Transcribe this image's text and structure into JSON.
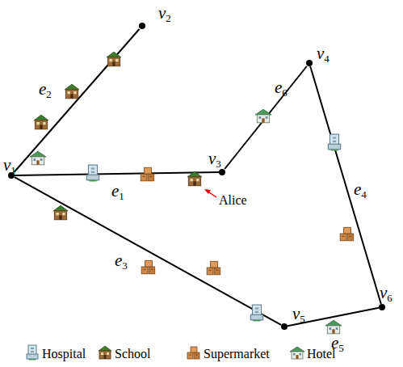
{
  "diagram": {
    "nodes": [
      {
        "text": [
          "v1"
        ]
      },
      {
        "text": [
          "v2"
        ]
      },
      {
        "text": [
          "v3"
        ]
      },
      {
        "text": [
          "v4"
        ]
      },
      {
        "text": [
          "v5"
        ]
      },
      {
        "text": [
          "v6"
        ]
      }
    ],
    "edges": [
      {
        "from": 0,
        "to": 2,
        "label": "e1",
        "arrow": "none"
      },
      {
        "from": 0,
        "to": 1,
        "label": "e2",
        "arrow": "none"
      },
      {
        "from": 0,
        "to": 4,
        "label": "e3",
        "arrow": "none"
      },
      {
        "from": 3,
        "to": 5,
        "label": "e4",
        "arrow": "none"
      },
      {
        "from": 4,
        "to": 5,
        "label": "e5",
        "arrow": "none"
      },
      {
        "from": 2,
        "to": 3,
        "label": "e6",
        "arrow": "none"
      }
    ],
    "labels": [
      "Alice"
    ],
    "legend": [
      {
        "text": "Hospital"
      },
      {
        "text": "School"
      },
      {
        "text": "Supermarket"
      },
      {
        "text": "Hotel"
      }
    ]
  }
}
